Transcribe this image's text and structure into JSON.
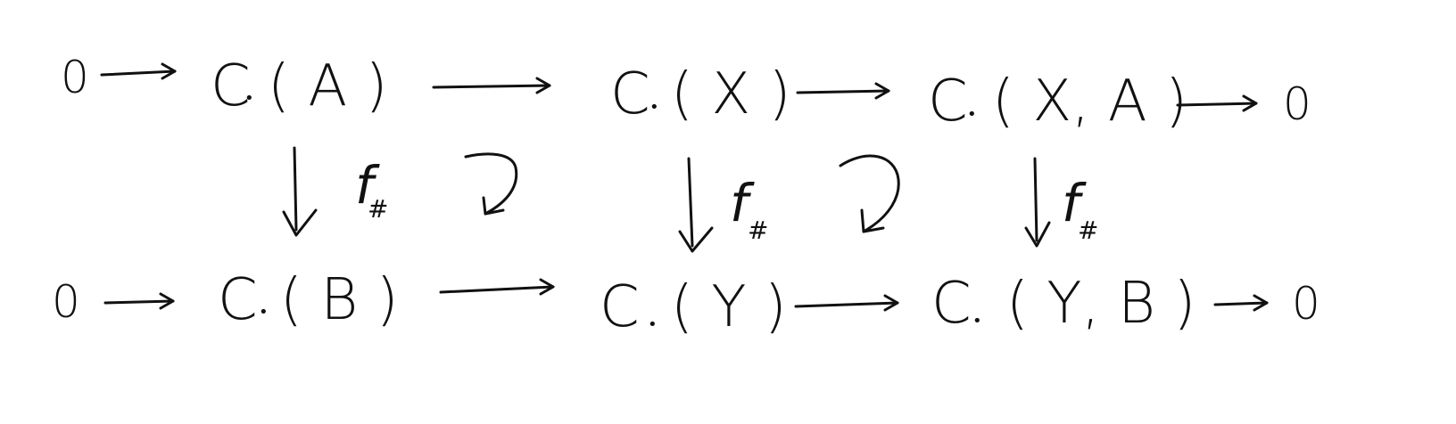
{
  "diagram": {
    "type": "commutative-diagram",
    "rows": {
      "top": {
        "left_zero": "0",
        "nodes": [
          {
            "main": "C",
            "sub": "•",
            "arg": "( A )"
          },
          {
            "main": "C",
            "sub": "•",
            "arg": "( X )"
          },
          {
            "main": "C",
            "sub": "•",
            "arg": "( X, A )"
          }
        ],
        "right_zero": "0"
      },
      "bottom": {
        "left_zero": "0",
        "nodes": [
          {
            "main": "C",
            "sub": "•",
            "arg": "( B )"
          },
          {
            "main": "C",
            "sub": "•",
            "arg": "( Y )"
          },
          {
            "main": "C",
            "sub": "•",
            "arg": "( Y, B )"
          }
        ],
        "right_zero": "0"
      }
    },
    "vertical_maps": [
      {
        "label": "f",
        "sub": "#"
      },
      {
        "label": "f",
        "sub": "#"
      },
      {
        "label": "f",
        "sub": "#"
      }
    ],
    "commute_symbols": 2
  }
}
